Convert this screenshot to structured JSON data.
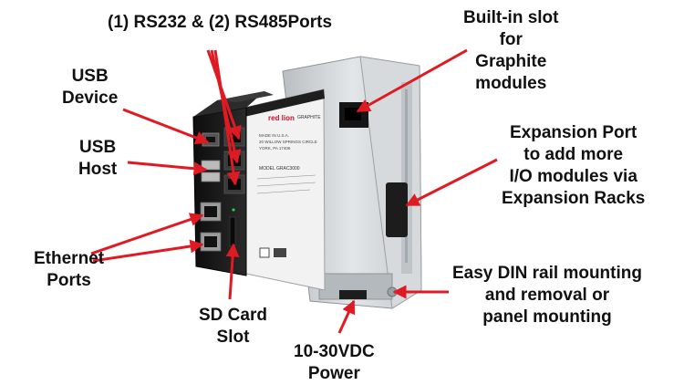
{
  "colors": {
    "arrow": "#e01a22",
    "label_text": "#111111",
    "housing_black": "#1b1b1b",
    "housing_silver": "#cfd3d6",
    "face_white": "#f4f4f4"
  },
  "device": {
    "brand": "red lion",
    "brand_sub": "GRAPHITE",
    "model": "MODEL GRAC3000",
    "face_line_1": "MADE IN U.S.A.",
    "face_line_2": "20 WILLOW SPRINGS CIRCLE",
    "face_line_3": "YORK, PA 17406"
  },
  "callouts": {
    "rs_ports": "(1) RS232 & (2) RS485Ports",
    "usb_device": [
      "USB",
      "Device"
    ],
    "usb_host": [
      "USB",
      "Host"
    ],
    "ethernet": [
      "Ethernet",
      "Ports"
    ],
    "sd_card": [
      "SD Card",
      "Slot"
    ],
    "power": [
      "10-30VDC",
      "Power"
    ],
    "graphite_slot": [
      "Built-in slot",
      "for",
      "Graphite",
      "modules"
    ],
    "expansion": [
      "Expansion Port",
      "to add more",
      "I/O modules via",
      "Expansion Racks"
    ],
    "din_rail": [
      "Easy DIN rail  mounting",
      "and removal or",
      "panel mounting"
    ]
  }
}
